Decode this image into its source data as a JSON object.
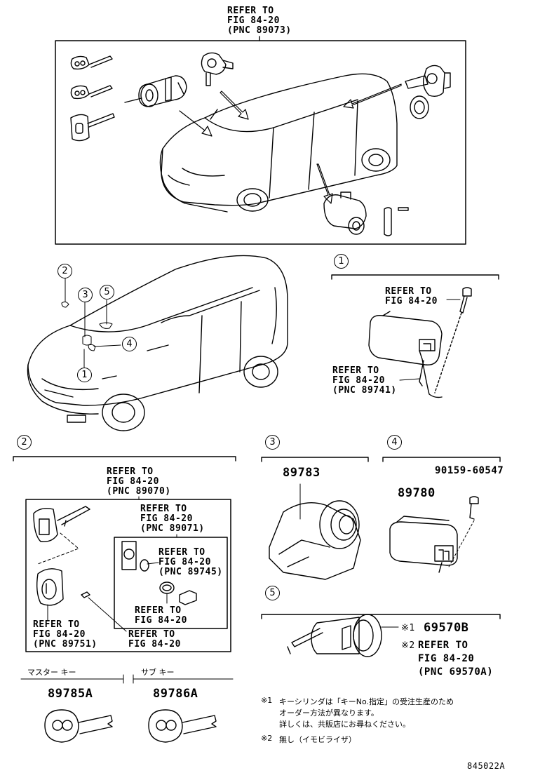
{
  "top_ref": {
    "line1": "REFER TO",
    "line2": "FIG 84-20",
    "line3": "(PNC 89073)"
  },
  "callouts": {
    "c1": "1",
    "c2": "2",
    "c3": "3",
    "c4": "4",
    "c5": "5"
  },
  "panel1": {
    "ref_a": {
      "line1": "REFER TO",
      "line2": "FIG 84-20"
    },
    "ref_b": {
      "line1": "REFER TO",
      "line2": "FIG 84-20",
      "line3": "(PNC 89741)"
    }
  },
  "panel2": {
    "ref_outer": {
      "line1": "REFER TO",
      "line2": "FIG 84-20",
      "line3": "(PNC 89070)"
    },
    "ref_inner": {
      "line1": "REFER TO",
      "line2": "FIG 84-20",
      "line3": "(PNC 89071)"
    },
    "ref_sub1": {
      "line1": "REFER TO",
      "line2": "FIG 84-20",
      "line3": "(PNC 89745)"
    },
    "ref_sub2": {
      "line1": "REFER TO",
      "line2": "FIG 84-20"
    },
    "ref_left": {
      "line1": "REFER TO",
      "line2": "FIG 84-20",
      "line3": "(PNC 89751)"
    },
    "ref_right": {
      "line1": "REFER TO",
      "line2": "FIG 84-20"
    }
  },
  "panel3": {
    "part": "89783"
  },
  "panel4": {
    "part": "89780",
    "bolt": "90159-60547"
  },
  "panel5": {
    "mark1": "※1",
    "part1": "69570B",
    "mark2": "※2",
    "ref_line1": "REFER TO",
    "ref_line2": "FIG 84-20",
    "ref_line3": "(PNC 69570A)"
  },
  "keys": {
    "master_label": "マスター キー",
    "master_part": "89785A",
    "sub_label": "サブ キー",
    "sub_part": "89786A"
  },
  "notes": {
    "n1_mark": "※1",
    "n1_line1": "キーシリンダは「キーNo.指定」の受注生産のため",
    "n1_line2": "オーダー方法が異なります。",
    "n1_line3": "詳しくは、共販店にお尋ねください。",
    "n2_mark": "※2",
    "n2_text": "無し（イモビライザ）"
  },
  "figure_id": "845022A"
}
